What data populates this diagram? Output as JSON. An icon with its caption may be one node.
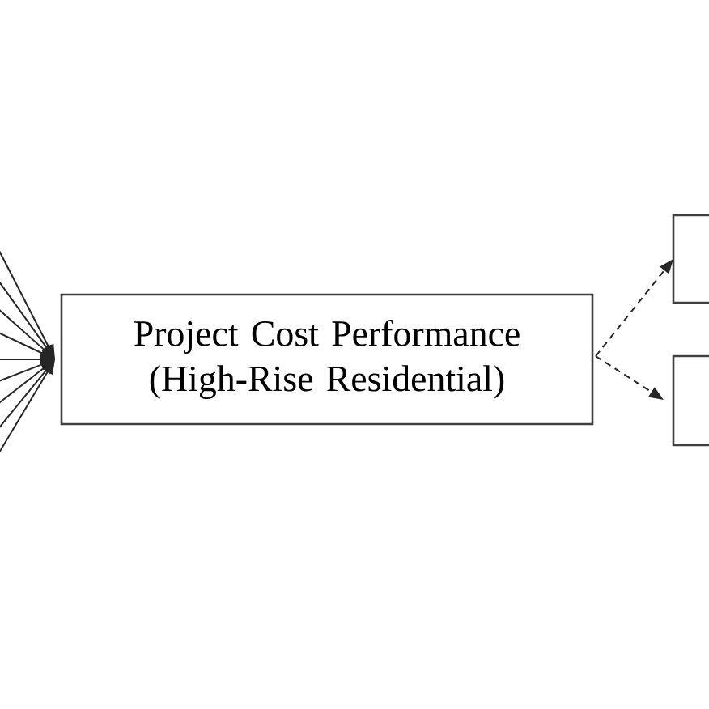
{
  "diagram": {
    "nodes": [
      {
        "text": [
          "Project Cost Performance (High-Rise Residential)"
        ]
      },
      {
        "text": [],
        "shape": "box"
      },
      {
        "text": [],
        "shape": "box"
      }
    ],
    "edges": [
      {
        "from": null,
        "to": 0,
        "arrow": "to"
      },
      {
        "from": null,
        "to": 0,
        "arrow": "to"
      },
      {
        "from": null,
        "to": 0,
        "arrow": "to"
      },
      {
        "from": null,
        "to": 0,
        "arrow": "to"
      },
      {
        "from": null,
        "to": 0,
        "arrow": "to"
      },
      {
        "from": null,
        "to": 0,
        "arrow": "to"
      },
      {
        "from": null,
        "to": 0,
        "arrow": "to"
      },
      {
        "from": null,
        "to": 0,
        "arrow": "to"
      },
      {
        "from": null,
        "to": 0,
        "arrow": "to"
      },
      {
        "from": 0,
        "to": 1,
        "arrow": "to",
        "style": "dashed"
      },
      {
        "from": 0,
        "to": 2,
        "arrow": "to",
        "style": "dashed"
      }
    ]
  }
}
